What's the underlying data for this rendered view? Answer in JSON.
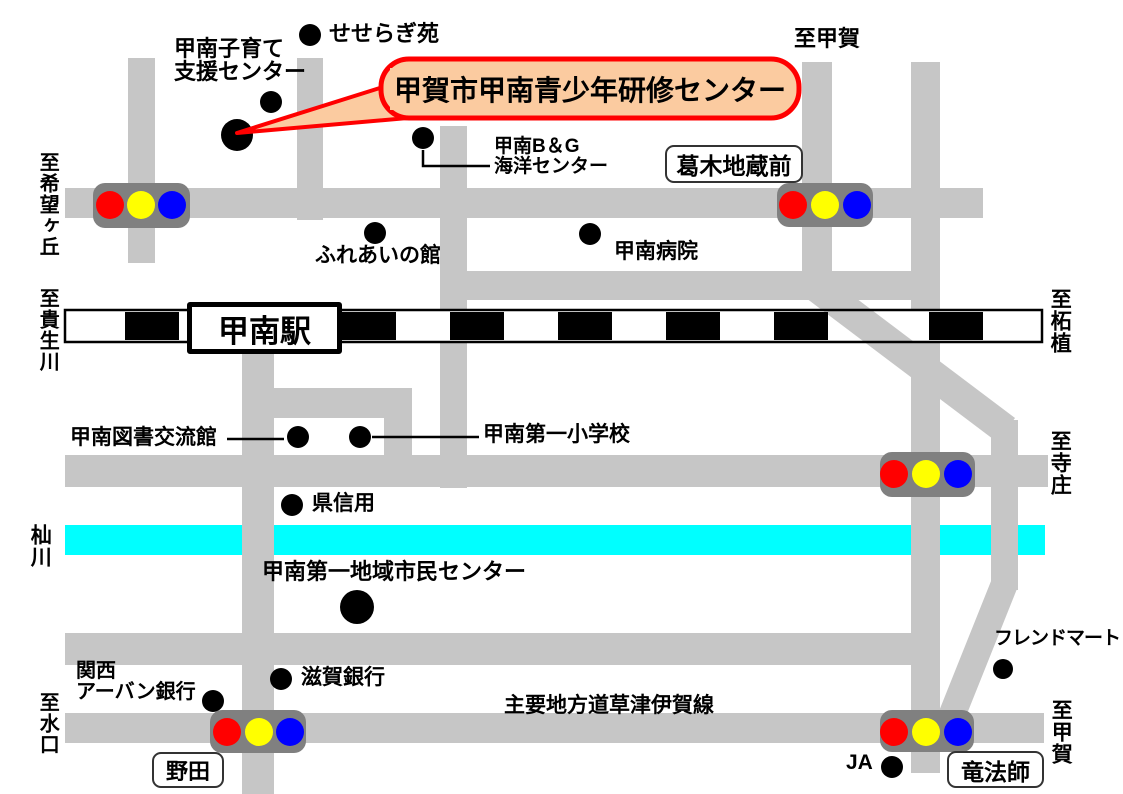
{
  "map": {
    "callout_title": "甲賀市甲南青少年研修センター",
    "station_name": "甲南駅",
    "river_name": "杣川",
    "main_road_name": "主要地方道草津伊賀線",
    "bus_stops": {
      "kazuragi": "葛木地蔵前",
      "noda": "野田",
      "ryuhoshi": "竜法師"
    },
    "directions": {
      "koka_top": "至甲賀",
      "kibogaoka": "至希望ヶ丘",
      "kibugawa": "至貴生川",
      "tsuge": "至柘植",
      "terasho": "至寺庄",
      "minakuchi": "至水口",
      "koka_bottom": "至甲賀"
    },
    "landmarks": {
      "seseragien": "せせらぎ苑",
      "kosodate": "甲南子育て\n支援センター",
      "bg_marine": "甲南B＆G\n海洋センター",
      "fureai": "ふれあいの館",
      "hospital": "甲南病院",
      "tosho": "甲南図書交流館",
      "shogakko": "甲南第一小学校",
      "kenshinyo": "県信用",
      "chiiki_center": "甲南第一地域市民センター",
      "friendmart": "フレンドマート",
      "kansai_urban": "関西\nアーバン銀行",
      "shiga_bank": "滋賀銀行",
      "ja": "JA"
    },
    "colors": {
      "road": "#C6C6C6",
      "river": "#00FFFF",
      "rail_black": "#000000",
      "signal_housing": "#808080",
      "signal_red": "#FF0000",
      "signal_yellow": "#FFFF00",
      "signal_blue": "#0000FF",
      "callout_fill": "#FBCBA0",
      "callout_border": "#FF0000"
    }
  }
}
